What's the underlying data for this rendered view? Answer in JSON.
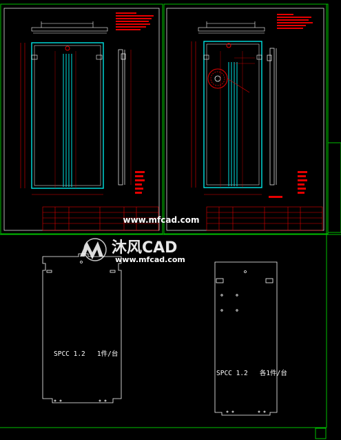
{
  "watermark": {
    "brand": "沐风CAD",
    "url_top": "www.mfcad.com",
    "url_bottom": "www.mfcad.com"
  },
  "drawing_left": {
    "part_note": "SPCC 1.2   1件/台"
  },
  "drawing_right": {
    "part_note": "SPCC 1.2   各1件/台"
  },
  "colors": {
    "frame": "#00c000",
    "outline": "#00e5e5",
    "annotation": "#e60000",
    "line": "#ffffff",
    "background": "#000000"
  }
}
